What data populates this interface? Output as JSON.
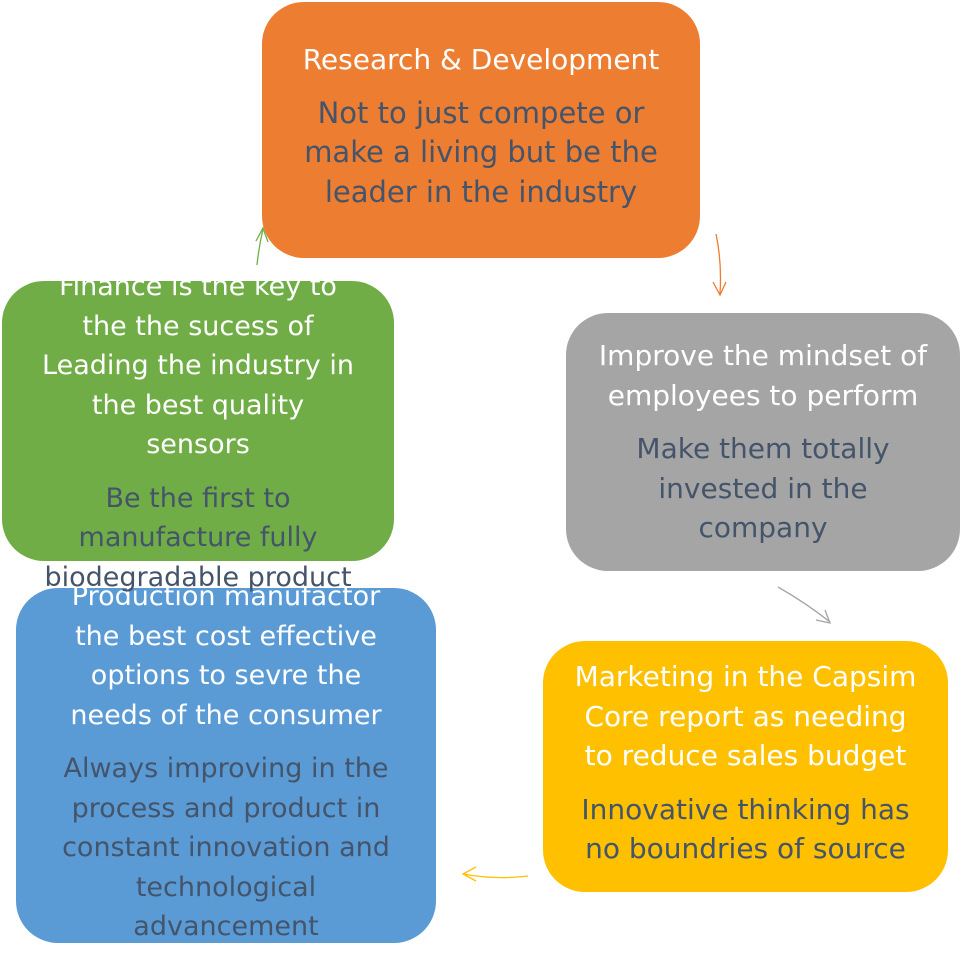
{
  "nodes": {
    "rd": {
      "title": "Research & Development",
      "detail_lines": [
        "Not to just compete or",
        "make a living but be the",
        "leader in the industry"
      ],
      "color": "#ed7d31"
    },
    "employees": {
      "title_lines": [
        "Improve the mindset of",
        "employees to perform"
      ],
      "detail_lines": [
        "Make them totally",
        "invested in the",
        "company"
      ],
      "color": "#a5a5a5"
    },
    "marketing": {
      "title_lines": [
        "Marketing in the Capsim",
        "Core report as needing",
        "to reduce sales budget"
      ],
      "detail_lines": [
        "Innovative thinking has",
        "no boundries of source"
      ],
      "color": "#ffc000"
    },
    "production": {
      "title_lines": [
        "Production manufactor",
        "the best cost effective",
        "options to sevre the",
        "needs of the consumer"
      ],
      "detail_lines": [
        "Always improving in the",
        "process and product in",
        "constant innovation and",
        "technological",
        "advancement"
      ],
      "color": "#5b9bd5"
    },
    "finance": {
      "title_lines": [
        "Finance is the key to",
        "the the sucess of",
        "Leading the industry in",
        "the best quality",
        "sensors"
      ],
      "detail_lines": [
        "Be the first to",
        "manufacture fully",
        "biodegradable product"
      ],
      "color": "#70ad47"
    }
  },
  "colors": {
    "title_text": "#ffffff",
    "detail_text": "#44546a",
    "arrow_rd_to_emp": "#ed7d31",
    "arrow_emp_to_mkt": "#a5a5a5",
    "arrow_mkt_to_prod": "#ffc000",
    "arrow_fin_to_rd": "#70ad47"
  }
}
